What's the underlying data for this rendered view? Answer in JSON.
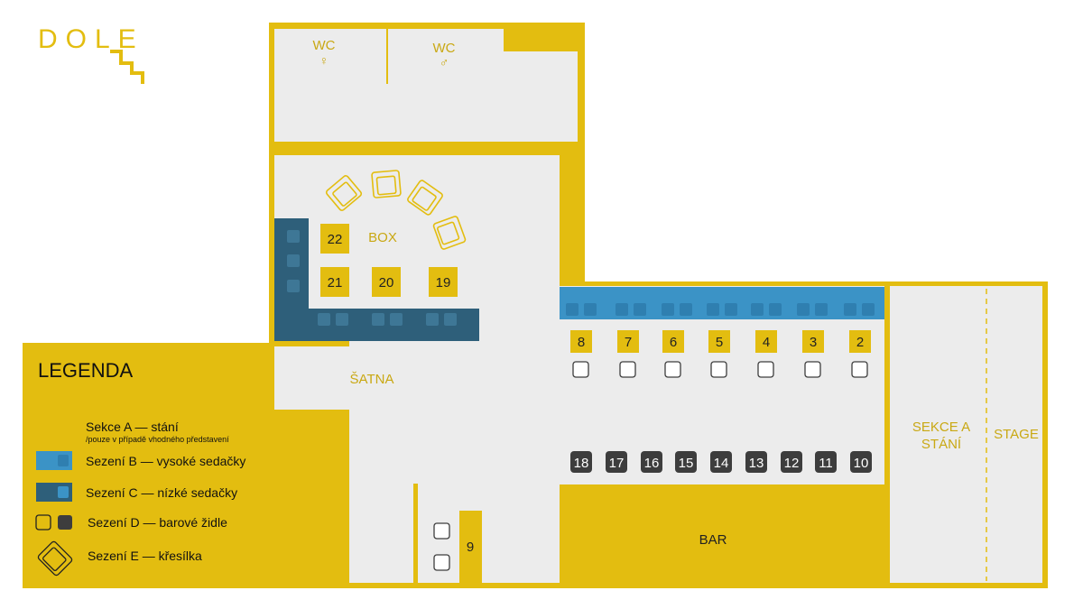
{
  "brand": {
    "logo_text": "DOLE"
  },
  "colors": {
    "yellow": "#e3bd10",
    "floor": "#ececec",
    "seat_high": "#3b93c6",
    "seat_low": "#2e5f7a",
    "stool_dark": "#3d3d3d",
    "white": "#ffffff"
  },
  "rooms": {
    "wc_women": {
      "label": "WC",
      "symbol": "♀"
    },
    "wc_men": {
      "label": "WC",
      "symbol": "♂"
    },
    "box": "BOX",
    "satna": "ŠATNA",
    "bar": "BAR",
    "sekce_a_line1": "SEKCE A",
    "sekce_a_line2": "STÁNÍ",
    "stage": "STAGE"
  },
  "tables_top": [
    "8",
    "7",
    "6",
    "5",
    "4",
    "3",
    "2"
  ],
  "tables_box": [
    "22",
    "21",
    "20",
    "19"
  ],
  "stools_bottom": [
    "18",
    "17",
    "16",
    "15",
    "14",
    "13",
    "12",
    "11",
    "10"
  ],
  "table_9": "9",
  "legend": {
    "title": "LEGENDA",
    "items": [
      {
        "key": "a",
        "label": "Sekce A — stání",
        "note": "/pouze v případě vhodného představení"
      },
      {
        "key": "b",
        "label": "Sezení B — vysoké sedačky"
      },
      {
        "key": "c",
        "label": "Sezení C — nízké sedačky"
      },
      {
        "key": "d",
        "label": "Sezení D — barové židle"
      },
      {
        "key": "e",
        "label": "Sezení E — křesílka"
      }
    ]
  }
}
